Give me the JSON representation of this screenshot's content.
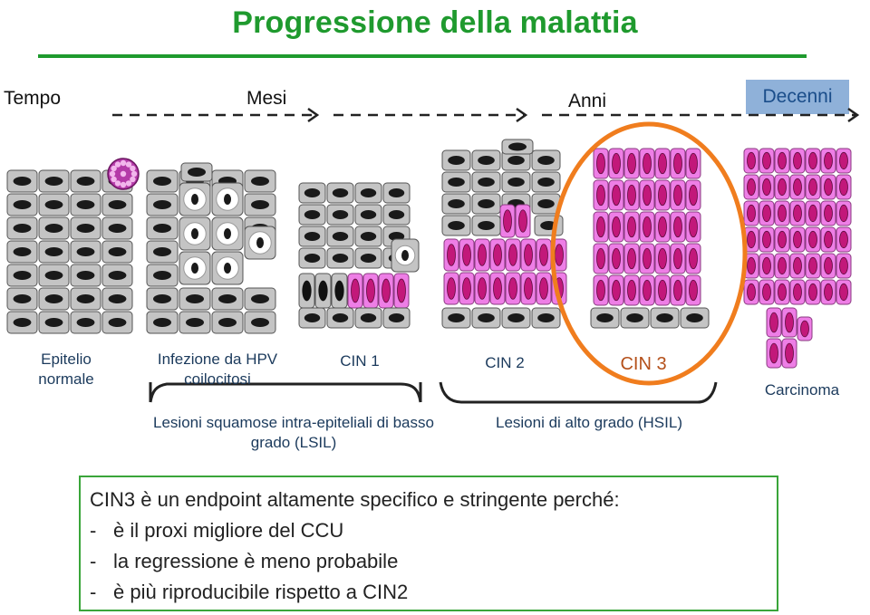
{
  "title": "Progressione della malattia",
  "timeline": {
    "tempo": "Tempo",
    "mesi": "Mesi",
    "anni": "Anni",
    "decenni": "Decenni"
  },
  "stages": {
    "normale": "Epitelio normale",
    "hpv": "Infezione da HPV coilocitosi",
    "cin1": "CIN 1",
    "cin2": "CIN 2",
    "cin3": "CIN 3",
    "carcinoma": "Carcinoma"
  },
  "groups": {
    "lsil": "Lesioni squamose intra-epiteliali di basso grado (LSIL)",
    "hsil": "Lesioni di alto grado (HSIL)"
  },
  "box": {
    "heading": "CIN3 è un endpoint altamente specifico e stringente perché:",
    "bullets": [
      {
        "dash": "-",
        "text": "è il proxi migliore  del CCU"
      },
      {
        "dash": "-",
        "text": "la regressione è meno probabile"
      },
      {
        "dash": "-",
        "text": "è più riproducibile rispetto a CIN2"
      }
    ]
  },
  "colors": {
    "green": "#1f9a2e",
    "cell_grey": "#c4c4c4",
    "cell_pink": "#ee7ee6",
    "nucleus_pink": "#c2187a",
    "circle_orange": "#f07d1e",
    "decenni_bg": "#8fb1d9"
  },
  "icons": {
    "virus": "hpv-virus-icon"
  }
}
